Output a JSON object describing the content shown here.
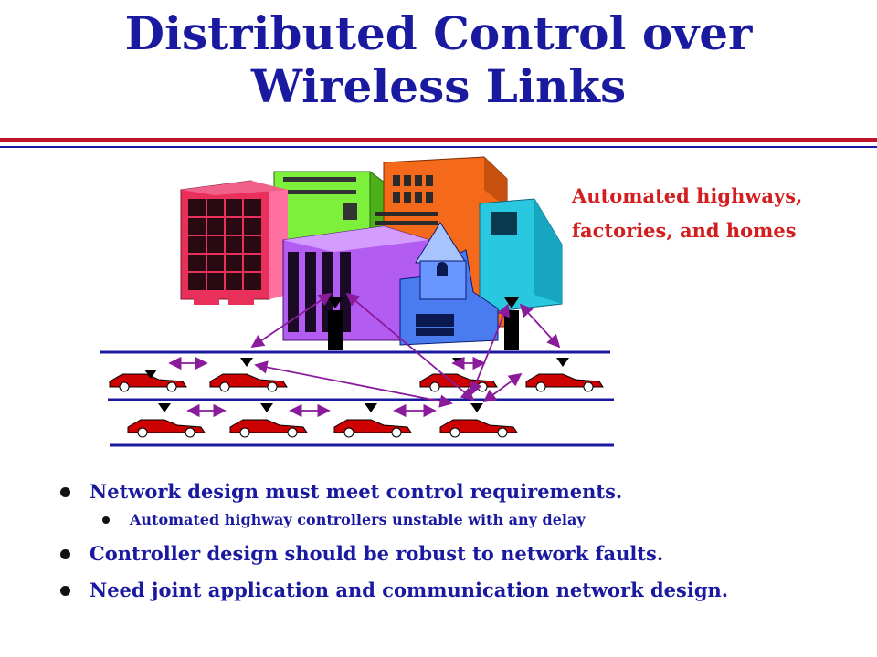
{
  "title": {
    "line1": "Distributed Control over",
    "line2": "Wireless Links"
  },
  "callout": {
    "line1": "Automated highways,",
    "line2": "factories, and homes"
  },
  "bullets": [
    {
      "text": "Network design must meet control requirements."
    },
    {
      "text": "Automated highway controllers unstable with any delay"
    },
    {
      "text": "Controller design should be robust to network faults."
    },
    {
      "text": "Need joint application and communication network design."
    }
  ],
  "colors": {
    "title": "#1a1aa0",
    "callout": "#d21e1e",
    "rule_red": "#c0142a",
    "rule_blue": "#1a1aa0",
    "car": "#cc0000",
    "link_arrow": "#8a1c9c"
  },
  "icons": [
    "building-icon",
    "antenna-icon",
    "car-icon",
    "bullet-dot-icon"
  ]
}
